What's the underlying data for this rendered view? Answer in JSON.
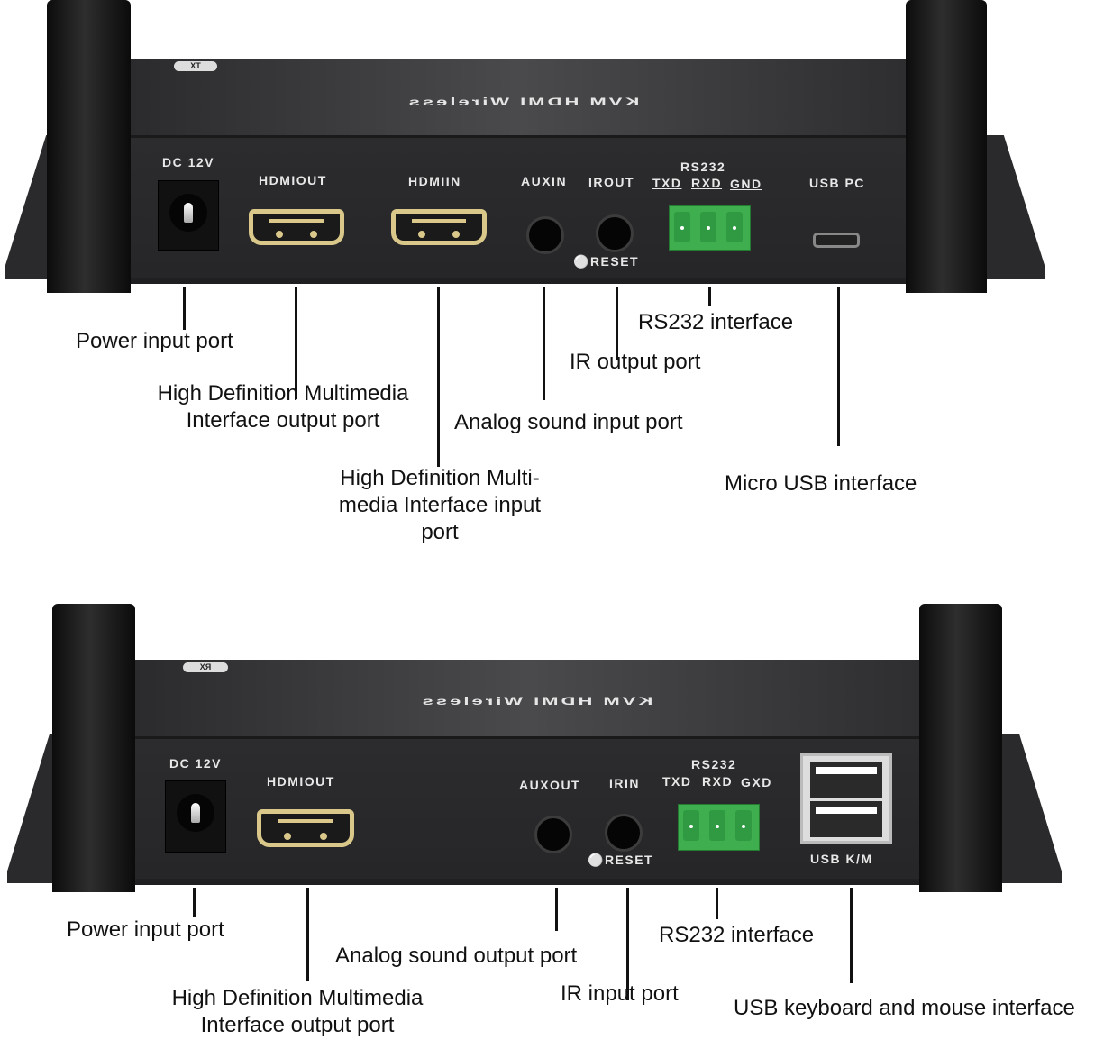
{
  "transmitter": {
    "brand": "KVM HDMI Wireless",
    "badge": "TX",
    "ports": {
      "dc": "DC 12V",
      "hdmi_out": "HDMIOUT",
      "hdmi_in": "HDMIIN",
      "aux_in": "AUXIN",
      "ir_out": "IROUT",
      "rs232": "RS232",
      "txd": "TXD",
      "rxd": "RXD",
      "gnd": "GND",
      "reset": "RESET",
      "usb_pc": "USB PC"
    },
    "callouts": {
      "power": "Power input port",
      "hdmi_out": [
        "High Definition Multimedia",
        "Interface output port"
      ],
      "hdmi_in": [
        "High Definition Multi-",
        "media Interface input",
        "port"
      ],
      "aux_in": "Analog sound input port",
      "ir_out": "IR output port",
      "rs232": "RS232 interface",
      "usb": "Micro USB interface"
    }
  },
  "receiver": {
    "brand": "KVM HDMI Wireless",
    "badge": "RX",
    "ports": {
      "dc": "DC 12V",
      "hdmi_out": "HDMIOUT",
      "aux_out": "AUXOUT",
      "ir_in": "IRIN",
      "rs232": "RS232",
      "txd": "TXD",
      "rxd": "RXD",
      "gxd": "GXD",
      "reset": "RESET",
      "usb_km": "USB K/M"
    },
    "callouts": {
      "power": "Power input port",
      "hdmi_out": [
        "High Definition Multimedia",
        "Interface output port"
      ],
      "aux_out": "Analog sound output port",
      "ir_in": "IR input port",
      "rs232": "RS232 interface",
      "usb": "USB keyboard and mouse interface"
    }
  }
}
